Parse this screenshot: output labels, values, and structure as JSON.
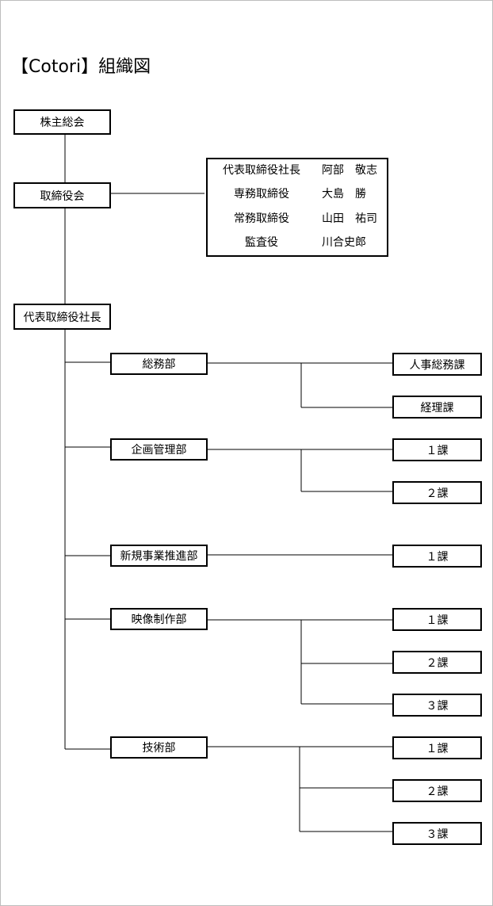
{
  "title": "【Cotori】組織図",
  "shareholders": "株主総会",
  "board": "取締役会",
  "officers": [
    {
      "role": "代表取締役社長",
      "name": "阿部　敬志"
    },
    {
      "role": "専務取締役",
      "name": "大島　勝"
    },
    {
      "role": "常務取締役",
      "name": "山田　祐司"
    },
    {
      "role": "監査役",
      "name": "川合史郎"
    }
  ],
  "president": "代表取締役社長",
  "departments": [
    {
      "name": "総務部",
      "sections": [
        "人事総務課",
        "経理課"
      ]
    },
    {
      "name": "企画管理部",
      "sections": [
        "１課",
        "２課"
      ]
    },
    {
      "name": "新規事業推進部",
      "sections": [
        "１課"
      ]
    },
    {
      "name": "映像制作部",
      "sections": [
        "１課",
        "２課",
        "３課"
      ]
    },
    {
      "name": "技術部",
      "sections": [
        "１課",
        "２課",
        "３課"
      ]
    }
  ]
}
